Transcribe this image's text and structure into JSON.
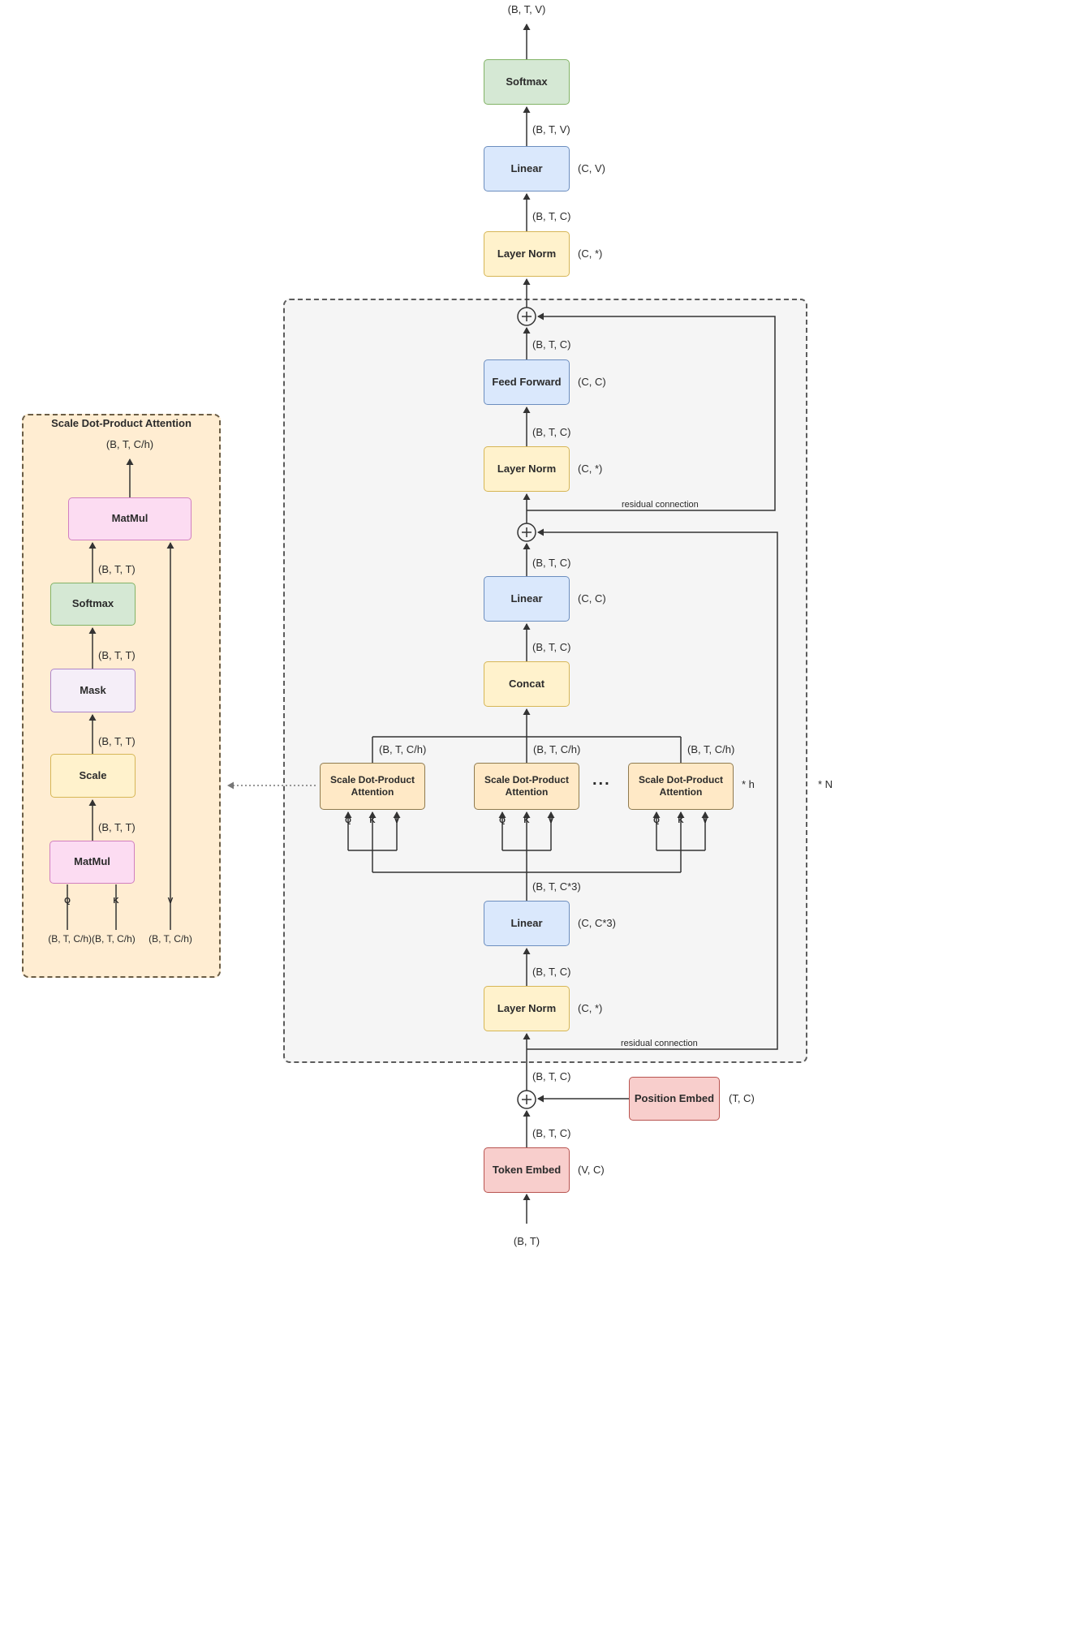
{
  "colors": {
    "green_fill": "#d5e8d4",
    "green_border": "#82b366",
    "blue_fill": "#dae8fc",
    "blue_border": "#6c8ebf",
    "yellow_fill": "#fff2cc",
    "yellow_border": "#d6b656",
    "red_fill": "#f8cecc",
    "red_border": "#b85450",
    "pink_fill": "#fcdcf2",
    "pink_border": "#d17fc0",
    "tan_fill": "#ffe9c6",
    "gray_panel": "#f5f5f5",
    "tan_panel": "#ffedd2"
  },
  "head": {
    "output_shape": "(B, T, V)",
    "softmax": "Softmax",
    "shape_btv": "(B, T, V)",
    "linear": "Linear",
    "linear_dim": "(C, V)",
    "shape_btc": "(B, T, C)",
    "layer_norm": "Layer Norm",
    "layer_norm_dim": "(C, *)"
  },
  "block": {
    "multiplier": "* N",
    "shape_btc": "(B, T, C)",
    "feed_forward": "Feed Forward",
    "feed_forward_dim": "(C, C)",
    "layer_norm": "Layer Norm",
    "layer_norm_dim": "(C, *)",
    "residual": "residual connection",
    "linear_proj": "Linear",
    "linear_proj_dim": "(C, C)",
    "concat": "Concat",
    "shape_btch": "(B, T, C/h)",
    "attention": "Scale Dot-Product Attention",
    "dots": "...",
    "heads_multiplier": "* h",
    "q": "Q",
    "k": "K",
    "v": "V",
    "shape_btc3": "(B, T, C*3)",
    "linear_qkv": "Linear",
    "linear_qkv_dim": "(C, C*3)"
  },
  "embed": {
    "shape_btc": "(B, T, C)",
    "position": "Position Embed",
    "position_dim": "(T, C)",
    "token": "Token Embed",
    "token_dim": "(V, C)",
    "input_shape": "(B, T)"
  },
  "detail": {
    "title": "Scale Dot-Product Attention",
    "output_shape": "(B, T, C/h)",
    "matmul": "MatMul",
    "shape_btt": "(B, T, T)",
    "softmax": "Softmax",
    "mask": "Mask",
    "scale": "Scale",
    "q": "Q",
    "k": "K",
    "v": "V",
    "input_qk": "(B, T, C/h)(B, T, C/h)",
    "input_v": "(B, T, C/h)"
  }
}
